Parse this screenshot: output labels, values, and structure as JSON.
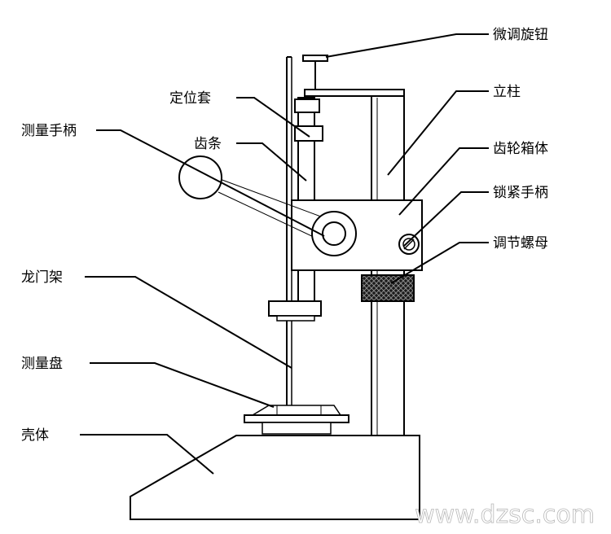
{
  "labels": {
    "fine_knob": "微调旋钮",
    "column": "立柱",
    "locating_sleeve": "定位套",
    "measuring_handle": "测量手柄",
    "rack": "齿条",
    "gearbox": "齿轮箱体",
    "lock_handle": "锁紧手柄",
    "adjusting_nut": "调节螺母",
    "gantry": "龙门架",
    "measuring_disc": "测量盘",
    "housing": "壳体"
  },
  "watermark": "www.dzsc.com"
}
